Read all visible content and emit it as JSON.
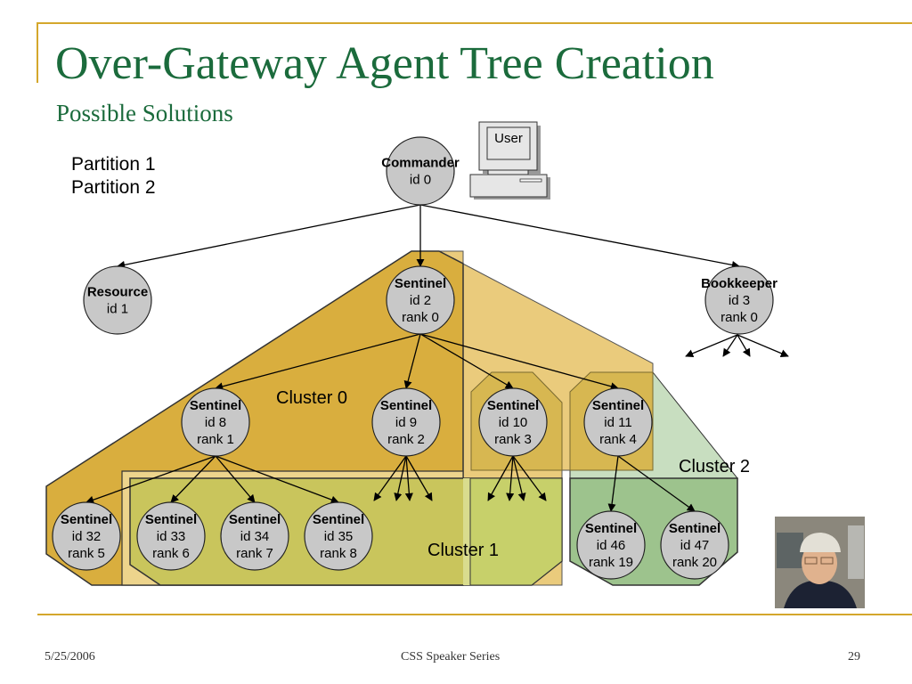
{
  "slide": {
    "title": "Over-Gateway Agent Tree Creation",
    "subtitle": "Possible Solutions",
    "partition_labels": [
      "Partition 1",
      "Partition 2"
    ],
    "footer": {
      "date": "5/25/2006",
      "center": "CSS Speaker Series",
      "page": "29"
    },
    "accent_color": "#D4A72C",
    "title_color": "#1B6B3C"
  },
  "user_computer": {
    "label": "User",
    "icon": "desktop-computer-icon"
  },
  "clusters": [
    {
      "label": "Cluster 0",
      "color": "#D9AE3E"
    },
    {
      "label": "Cluster 1",
      "color": "#C9C55C"
    },
    {
      "label": "Cluster 2",
      "color": "#9DC38D"
    }
  ],
  "nodes": [
    {
      "title": "Commander",
      "id": "id 0",
      "rank": ""
    },
    {
      "title": "Resource",
      "id": "id 1",
      "rank": ""
    },
    {
      "title": "Sentinel",
      "id": "id 2",
      "rank": "rank 0"
    },
    {
      "title": "Bookkeeper",
      "id": "id 3",
      "rank": "rank 0"
    },
    {
      "title": "Sentinel",
      "id": "id 8",
      "rank": "rank 1"
    },
    {
      "title": "Sentinel",
      "id": "id 9",
      "rank": "rank 2"
    },
    {
      "title": "Sentinel",
      "id": "id 10",
      "rank": "rank 3"
    },
    {
      "title": "Sentinel",
      "id": "id 11",
      "rank": "rank 4"
    },
    {
      "title": "Sentinel",
      "id": "id 32",
      "rank": "rank 5"
    },
    {
      "title": "Sentinel",
      "id": "id 33",
      "rank": "rank 6"
    },
    {
      "title": "Sentinel",
      "id": "id 34",
      "rank": "rank 7"
    },
    {
      "title": "Sentinel",
      "id": "id 35",
      "rank": "rank 8"
    },
    {
      "title": "Sentinel",
      "id": "id 46",
      "rank": "rank 19"
    },
    {
      "title": "Sentinel",
      "id": "id 47",
      "rank": "rank 20"
    }
  ],
  "edges": [
    [
      "id 0",
      "id 1"
    ],
    [
      "id 0",
      "id 2"
    ],
    [
      "id 0",
      "id 3"
    ],
    [
      "id 2",
      "id 8"
    ],
    [
      "id 2",
      "id 9"
    ],
    [
      "id 2",
      "id 10"
    ],
    [
      "id 2",
      "id 11"
    ],
    [
      "id 8",
      "id 32"
    ],
    [
      "id 8",
      "id 33"
    ],
    [
      "id 8",
      "id 34"
    ],
    [
      "id 8",
      "id 35"
    ],
    [
      "id 11",
      "id 46"
    ],
    [
      "id 11",
      "id 47"
    ]
  ]
}
